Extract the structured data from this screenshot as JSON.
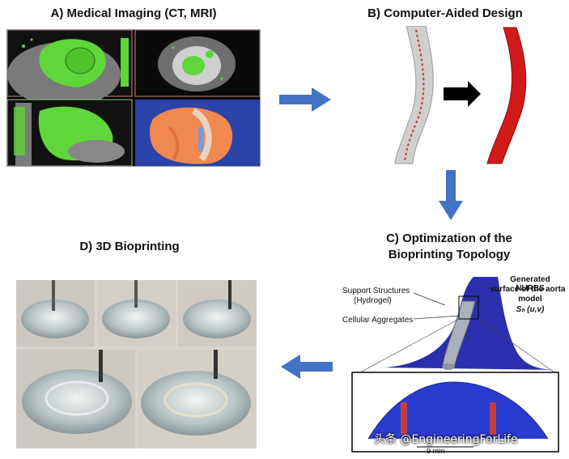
{
  "titles": {
    "a": "A) Medical Imaging (CT, MRI)",
    "b": "B) Computer-Aided Design",
    "c_line1": "C) Optimization of the",
    "c_line2": "Bioprinting Topology",
    "d": "D) 3D Bioprinting"
  },
  "labels": {
    "support_line1": "Support Structures",
    "support_line2": "(Hydrogel)",
    "cellular": "Cellular Aggregates",
    "nurbs_line1": "Generated NURBS",
    "nurbs_line2": "surface of the aorta",
    "nurbs_line3": "model",
    "nurbs_formula": "Sₕ (u,v)",
    "scale": "9 mm"
  },
  "watermark": "头条 @EngineeringForLife",
  "colors": {
    "arrow_blue": "#4472C4",
    "ct_green": "#5fd63a",
    "cad_red": "#d11a1a",
    "hydrogel_blue": "#2a2fae"
  }
}
